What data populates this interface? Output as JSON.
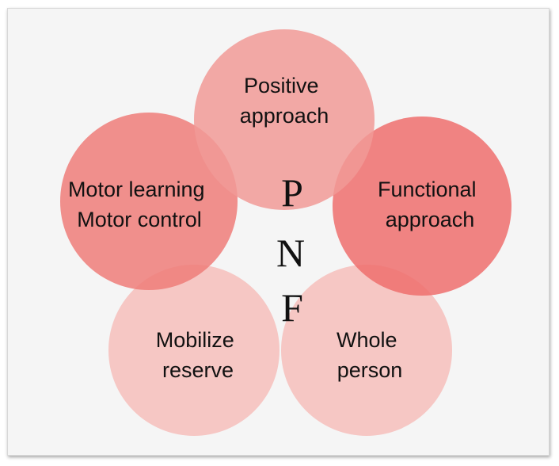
{
  "center_letters": [
    "P",
    "N",
    "F"
  ],
  "circles": [
    {
      "id": "positive-approach",
      "lines": [
        "Positive",
        "approach"
      ],
      "color": "#f19a96",
      "opacity": 0.85
    },
    {
      "id": "functional-approach",
      "lines": [
        "Functional",
        "approach"
      ],
      "color": "#ee6f6d",
      "opacity": 0.85
    },
    {
      "id": "whole-person",
      "lines": [
        "Whole",
        "person"
      ],
      "color": "#f5b7b3",
      "opacity": 0.75
    },
    {
      "id": "mobilize-reserve",
      "lines": [
        "Mobilize",
        "reserve"
      ],
      "color": "#f5b7b3",
      "opacity": 0.75
    },
    {
      "id": "motor-learning-control",
      "lines": [
        "Motor learning",
        "Motor control"
      ],
      "color": "#ee7c79",
      "opacity": 0.85
    }
  ]
}
